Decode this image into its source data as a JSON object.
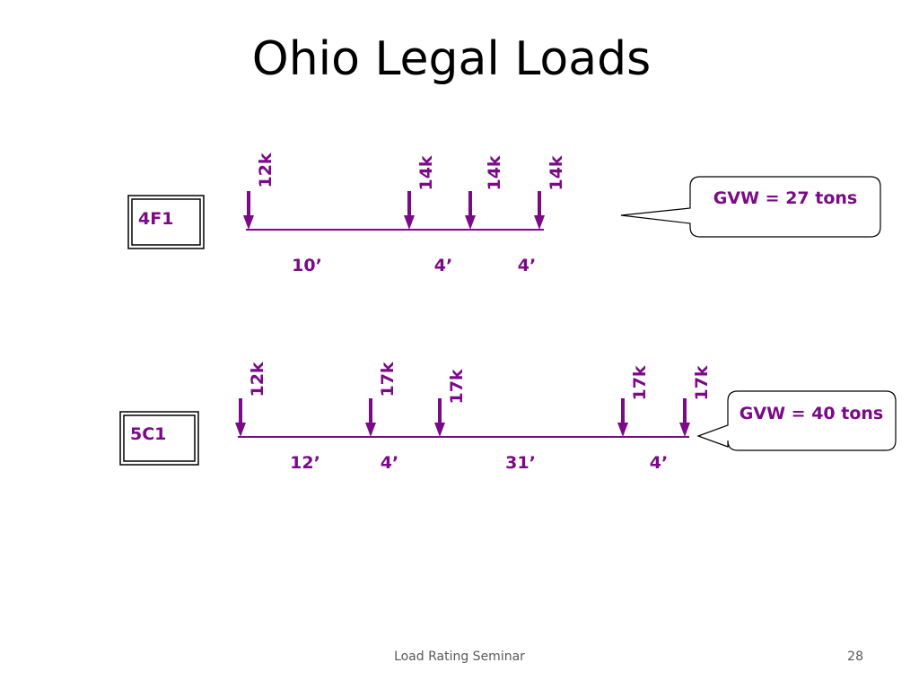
{
  "slide": {
    "title": "Ohio Legal Loads",
    "footer": "Load Rating Seminar",
    "page_number": "28"
  },
  "colors": {
    "accent": "#7B0A88",
    "text": "#000000",
    "footer": "#595959"
  },
  "trucks": [
    {
      "name": "4F1",
      "axle_loads": [
        "12k",
        "14k",
        "14k",
        "14k"
      ],
      "spacings": [
        "10’",
        "4’",
        "4’"
      ],
      "gvw_label": "GVW = 27 tons"
    },
    {
      "name": "5C1",
      "axle_loads": [
        "12k",
        "17k",
        "17k",
        "17k",
        "17k"
      ],
      "spacings": [
        "12’",
        "4’",
        "31’",
        "4’"
      ],
      "gvw_label": "GVW = 40 tons"
    }
  ]
}
